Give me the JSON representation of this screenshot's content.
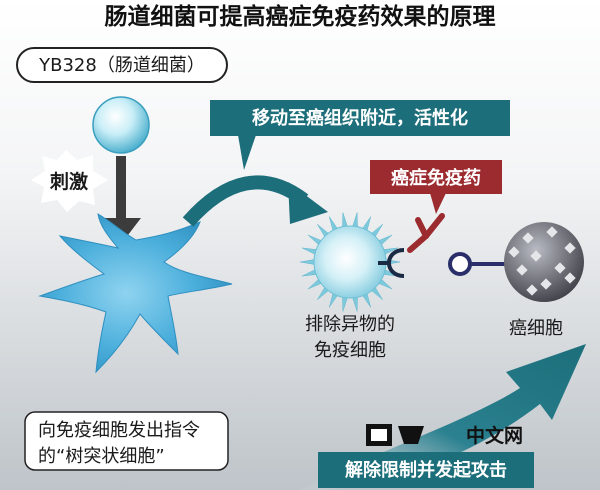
{
  "title": "肠道细菌可提高癌症免疫药效果的原理",
  "bacteria_label": "YB328（肠道细菌）",
  "stimulus_label": "刺激",
  "move_banner": "移动至癌组织附近，活性化",
  "drug_label": "癌症免疫药",
  "immune_cell_label": [
    "排除异物的",
    "免疫细胞"
  ],
  "cancer_cell_label": "癌细胞",
  "dendritic_label": [
    "向免疫细胞发出指令",
    "的“树突状细胞”"
  ],
  "release_banner": "解除限制并发起攻击",
  "watermark": "中文网",
  "colors": {
    "background_top": "#ffffff",
    "background_bottom": "#c2c8cd",
    "banner_teal": "#1c6e7a",
    "drug_red": "#9b2b2f",
    "dendritic_cell": "#4aaedb",
    "immune_cell": "#bfe8f2",
    "cancer_cell": "#6f7078"
  }
}
